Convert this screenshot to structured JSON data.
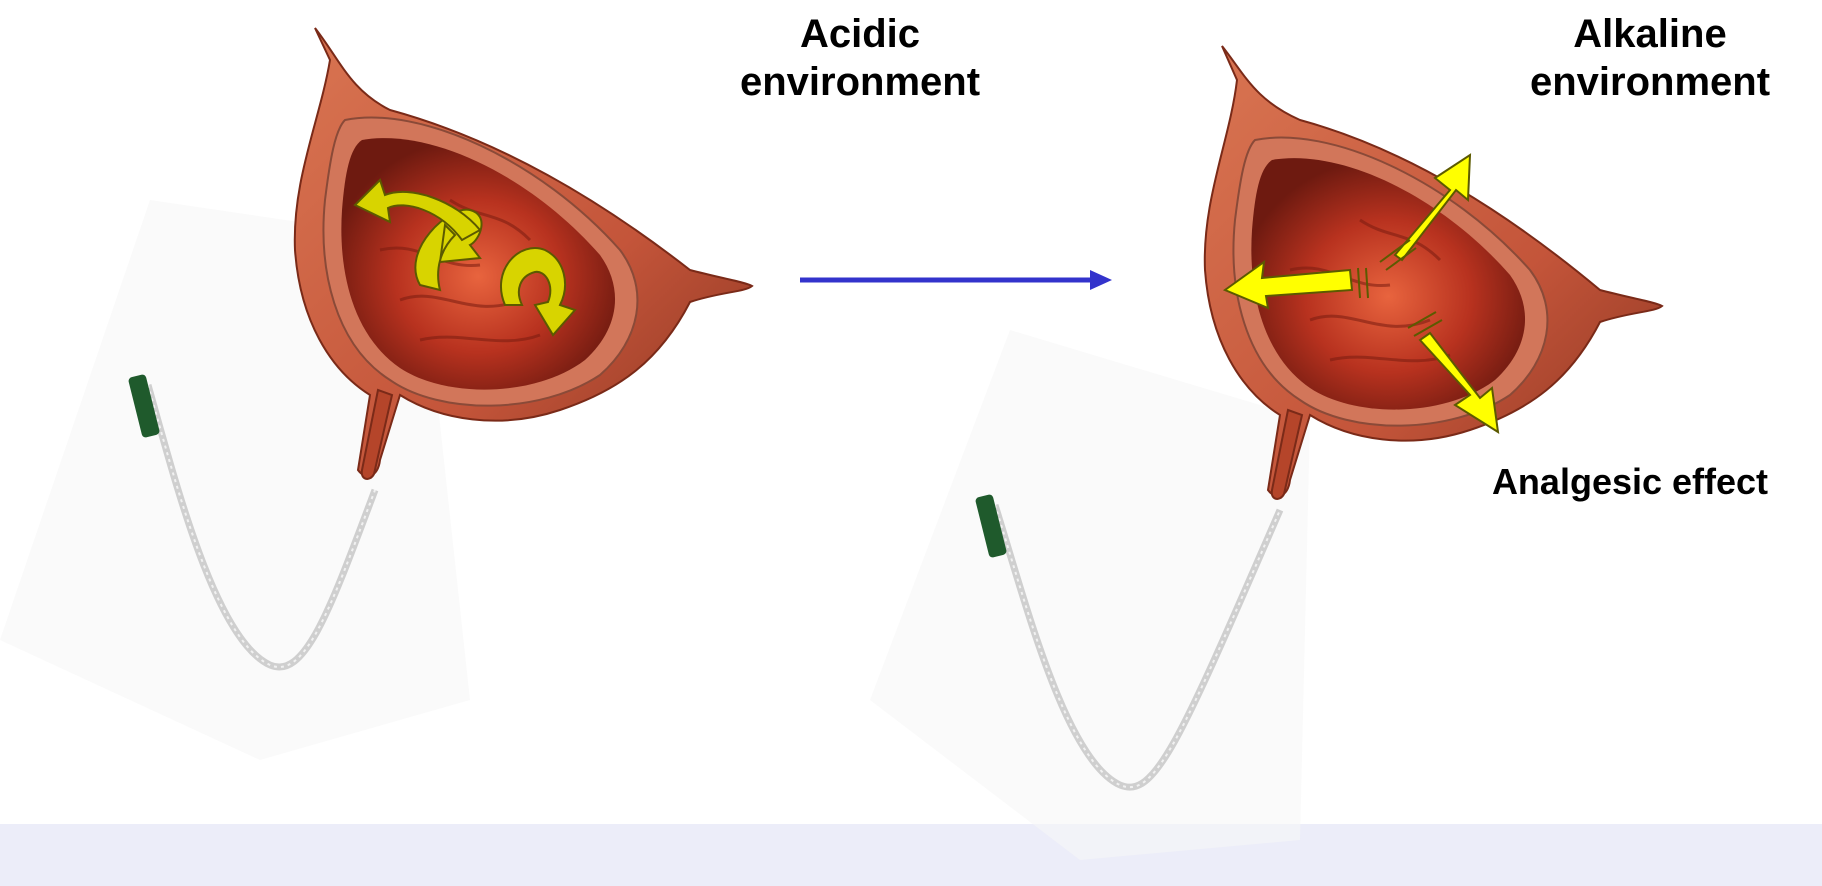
{
  "labels": {
    "acidic": "Acidic\nenvironment",
    "alkaline": "Alkaline\nenvironment",
    "analgesic": "Analgesic effect"
  },
  "colors": {
    "tissue_outer": "#c85a35",
    "tissue_inner": "#8c2e1c",
    "tissue_deep": "#b8321f",
    "arrow_acidic": "#d8d400",
    "arrow_alkaline": "#ffff00",
    "transition_arrow": "#3333cc",
    "bottom_band": "#ecedf9",
    "catheter": "#cfcfcf",
    "catheter_tip": "#1f5a2c"
  },
  "icons": {
    "left_bladder": "bladder-cross-section-icon",
    "right_bladder": "bladder-cross-section-icon",
    "catheter": "catheter-icon"
  }
}
